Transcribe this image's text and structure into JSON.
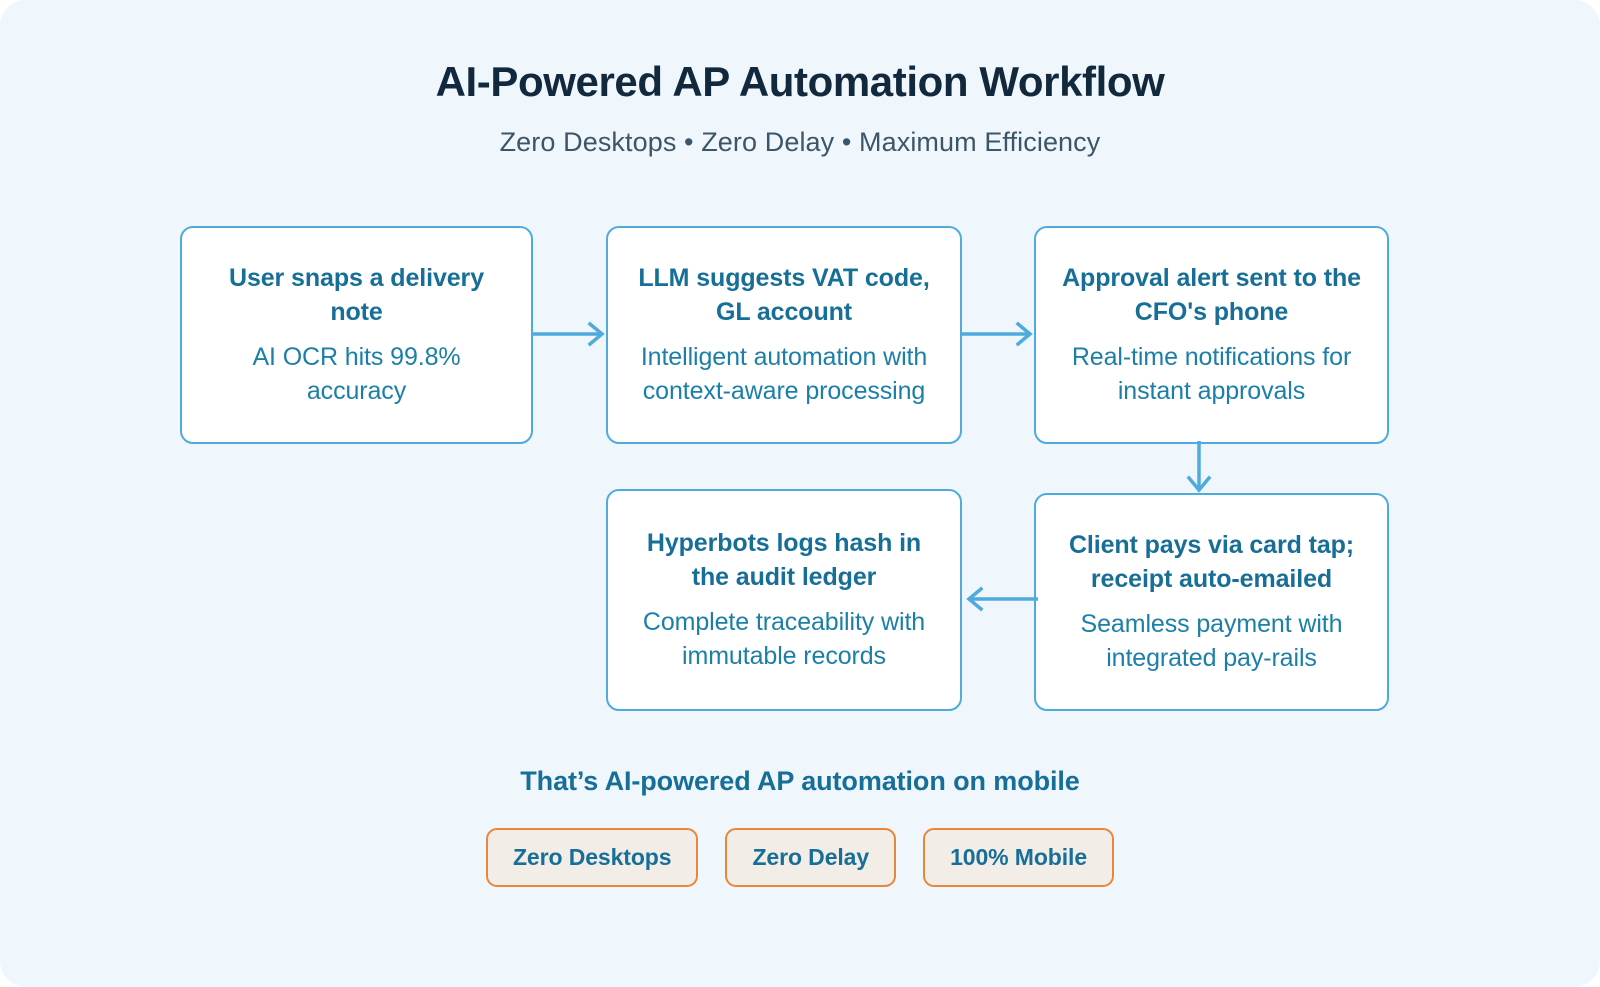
{
  "header": {
    "title": "AI-Powered AP Automation Workflow",
    "subtitle": "Zero Desktops • Zero Delay • Maximum Efficiency"
  },
  "flow": {
    "cards": [
      {
        "id": "user-snaps-delivery-note",
        "title": "User snaps a delivery note",
        "desc": "AI OCR hits 99.8% accuracy"
      },
      {
        "id": "llm-suggests-vat-code",
        "title": "LLM suggests VAT code, GL account",
        "desc": "Intelligent automation with context-aware processing"
      },
      {
        "id": "approval-alert-cfo",
        "title": "Approval alert sent to the CFO's phone",
        "desc": "Real-time notifications for instant approvals"
      },
      {
        "id": "client-pays-card-tap",
        "title": "Client pays via card tap; receipt auto-emailed",
        "desc": "Seamless payment with integrated pay-rails"
      },
      {
        "id": "hyperbots-logs-hash",
        "title": "Hyperbots logs hash in the audit ledger",
        "desc": "Complete traceability with immutable records"
      }
    ],
    "connectors": [
      {
        "id": "card1-to-card2",
        "direction": "right"
      },
      {
        "id": "card2-to-card3",
        "direction": "right"
      },
      {
        "id": "card3-to-card4",
        "direction": "down"
      },
      {
        "id": "card4-to-card5",
        "direction": "left"
      }
    ]
  },
  "footer": {
    "caption": "That’s AI-powered AP automation on mobile",
    "badges": [
      {
        "label": "Zero Desktops"
      },
      {
        "label": "Zero Delay"
      },
      {
        "label": "100% Mobile"
      }
    ]
  },
  "colors": {
    "page_background": "#eff6fc",
    "card_border": "#4fabdd",
    "card_fill": "#ffffff",
    "heading_text": "#12293d",
    "subtitle_text": "#3c5668",
    "card_title_text": "#176f98",
    "card_desc_text": "#1b7fa8",
    "connector": "#4fabdd",
    "badge_border": "#e8873c",
    "badge_fill": "#f3ede7",
    "badge_text": "#176f98"
  }
}
